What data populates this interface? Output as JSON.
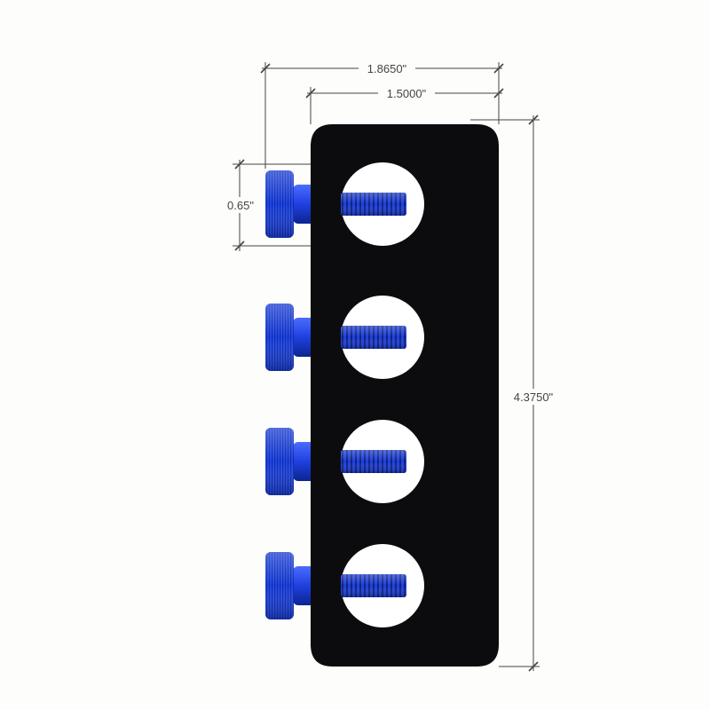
{
  "dimensions": {
    "overall_width": "1.8650\"",
    "plate_width": "1.5000\"",
    "screw_head_height": "0.65\"",
    "plate_height": "4.3750\""
  },
  "part": {
    "screw_count": 4,
    "colors": {
      "plate": "#0c0c0e",
      "screw": "#1a3fe0",
      "hole": "#ffffff",
      "dimension_line": "#444444"
    }
  }
}
